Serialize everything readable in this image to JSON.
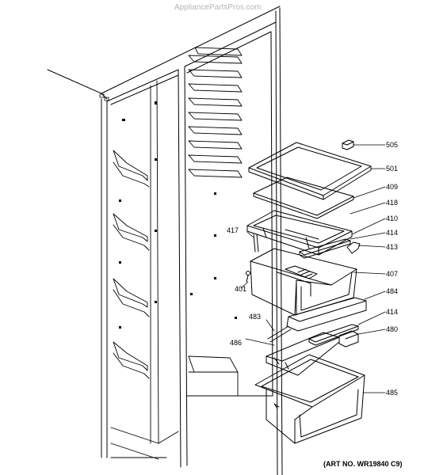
{
  "watermark": "AppliancePartsPros.com",
  "art_number": "(ART NO. WR19840 C9)",
  "callouts": [
    {
      "id": "505",
      "label": "505"
    },
    {
      "id": "501",
      "label": "501"
    },
    {
      "id": "409",
      "label": "409"
    },
    {
      "id": "418",
      "label": "418"
    },
    {
      "id": "410",
      "label": "410"
    },
    {
      "id": "417",
      "label": "417"
    },
    {
      "id": "414a",
      "label": "414"
    },
    {
      "id": "413",
      "label": "413"
    },
    {
      "id": "407",
      "label": "407"
    },
    {
      "id": "401",
      "label": "401"
    },
    {
      "id": "484",
      "label": "484"
    },
    {
      "id": "483",
      "label": "483"
    },
    {
      "id": "414b",
      "label": "414"
    },
    {
      "id": "480",
      "label": "480"
    },
    {
      "id": "486",
      "label": "486"
    },
    {
      "id": "485",
      "label": "485"
    }
  ]
}
